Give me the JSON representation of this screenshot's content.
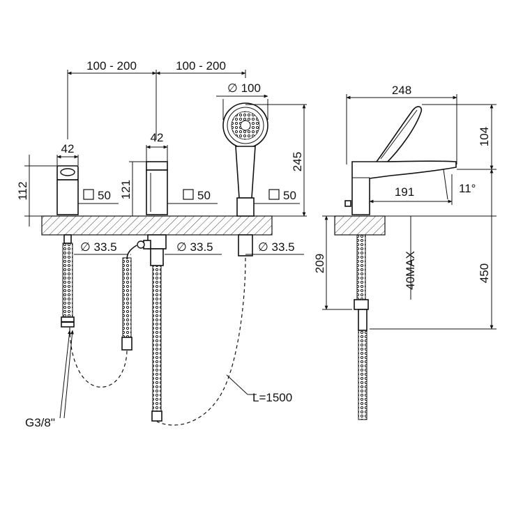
{
  "labels": {
    "spacing_left": "100 - 200",
    "spacing_right": "100 - 200",
    "shower_head_dia": "∅ 100",
    "handle_width": "42",
    "diverter_width": "42",
    "handle_height": "112",
    "diverter_height": "121",
    "shower_height": "245",
    "square_a": "50",
    "square_b": "50",
    "square_c": "50",
    "hole_a": "∅ 33.5",
    "hole_b": "∅ 33.5",
    "hole_c": "∅ 33.5",
    "thread": "G3/8\"",
    "hose_length": "L=1500",
    "side_width": "248",
    "side_top": "104",
    "spout_reach": "191",
    "spout_angle": "11°",
    "below_deck": "209",
    "deck_max": "40MAX",
    "total_below": "450"
  }
}
